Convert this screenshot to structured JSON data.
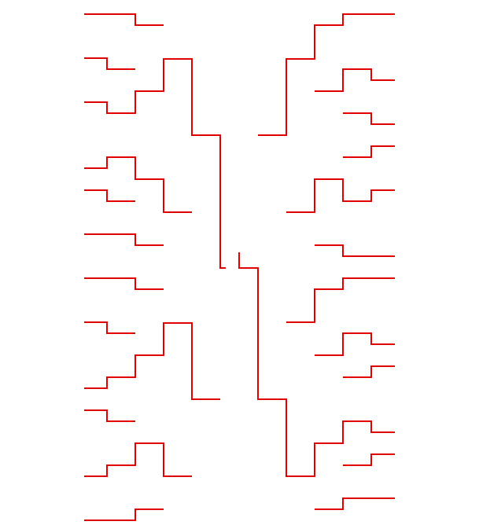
{
  "diagram": {
    "type": "tournament-bracket",
    "colors": {
      "background": "#ffffff",
      "line": "#e00000"
    },
    "left_side": {
      "first_round_slots": 16,
      "rounds": 5
    },
    "right_side": {
      "first_round_slots": 16,
      "rounds": 5
    },
    "labels": []
  }
}
